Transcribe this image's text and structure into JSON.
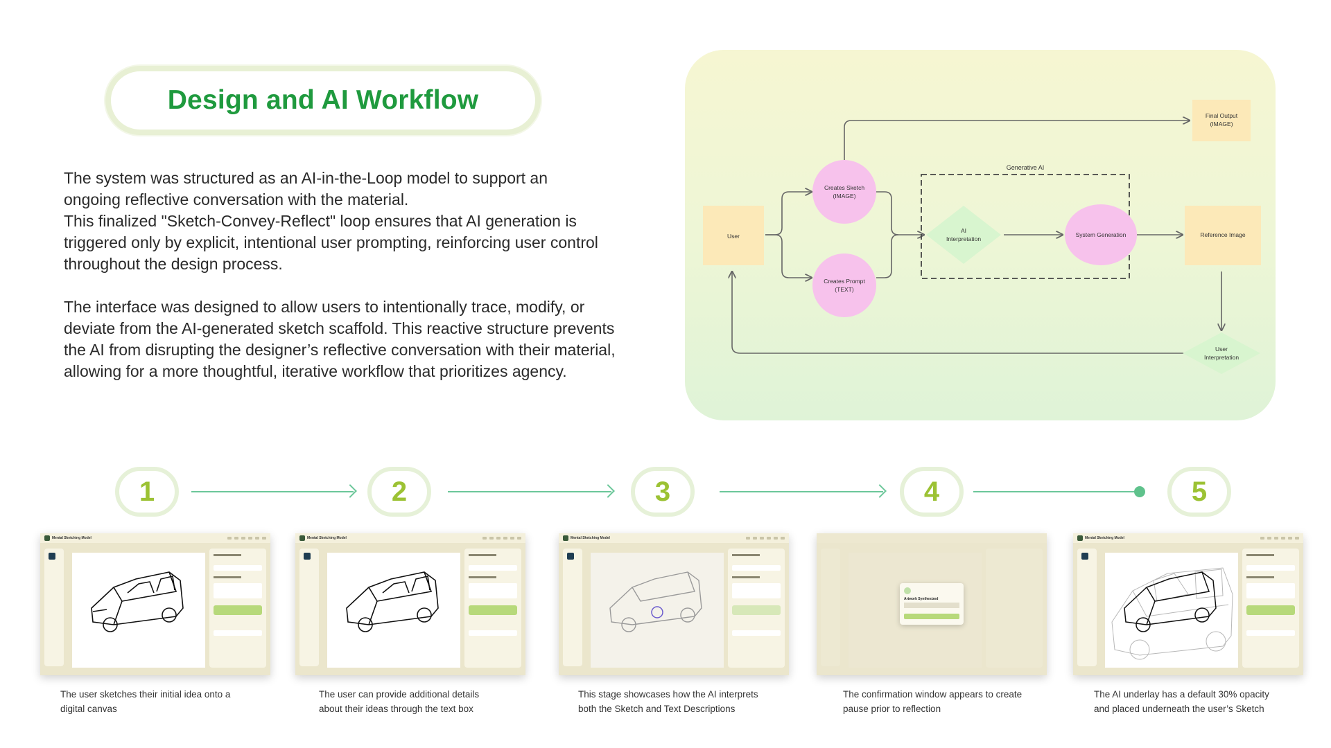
{
  "title": "Design and AI Workflow",
  "intro": {
    "p1_line1": "The system was structured as an AI-in-the-Loop model to support an",
    "p1_line2": "ongoing reflective conversation with the material.",
    "p1_line3": "This finalized \"Sketch-Convey-Reflect\" loop ensures that AI generation is",
    "p1_line4": "triggered only by explicit, intentional user prompting, reinforcing user control",
    "p1_line5": "throughout the design process.",
    "p2_line1": "The interface was designed to allow users to intentionally trace, modify, or",
    "p2_line2": "deviate from the AI-generated sketch scaffold. This reactive structure prevents",
    "p2_line3": "the AI from disrupting the designer’s reflective conversation with their material,",
    "p2_line4": "allowing for a more thoughtful, iterative workflow that prioritizes agency."
  },
  "diagram": {
    "user": "User",
    "sketch_line1": "Creates Sketch",
    "sketch_line2": "(IMAGE)",
    "prompt_line1": "Creates Prompt",
    "prompt_line2": "(TEXT)",
    "group_label": "Generative AI",
    "ai_line1": "AI",
    "ai_line2": "Interpretation",
    "system": "System Generation",
    "final_line1": "Final Output",
    "final_line2": "(IMAGE)",
    "reference": "Reference Image",
    "user_interp_line1": "User",
    "user_interp_line2": "Interpretation",
    "colors": {
      "rect": "#fce9b8",
      "circle": "#f7c2ec",
      "diamond": "#d8f5cf",
      "line": "#666666"
    }
  },
  "steps": [
    {
      "number": "1",
      "caption_line1": "The user sketches their initial idea onto a",
      "caption_line2": "digital canvas",
      "app_name": "Mental Sketching Model"
    },
    {
      "number": "2",
      "caption_line1": "The user can provide additional details",
      "caption_line2": "about their ideas through the text box",
      "app_name": "Mental Sketching Model"
    },
    {
      "number": "3",
      "caption_line1": "This stage showcases how the AI interprets",
      "caption_line2": "both the Sketch and Text Descriptions",
      "app_name": "Mental Sketching Model"
    },
    {
      "number": "4",
      "caption_line1": "The confirmation window appears to create",
      "caption_line2": "pause prior to reflection",
      "dialog_title": "Artwork Synthesized"
    },
    {
      "number": "5",
      "caption_line1": "The AI underlay has a default 30% opacity",
      "caption_line2": "and placed underneath the user’s Sketch",
      "app_name": "Mental Sketching Model"
    }
  ]
}
